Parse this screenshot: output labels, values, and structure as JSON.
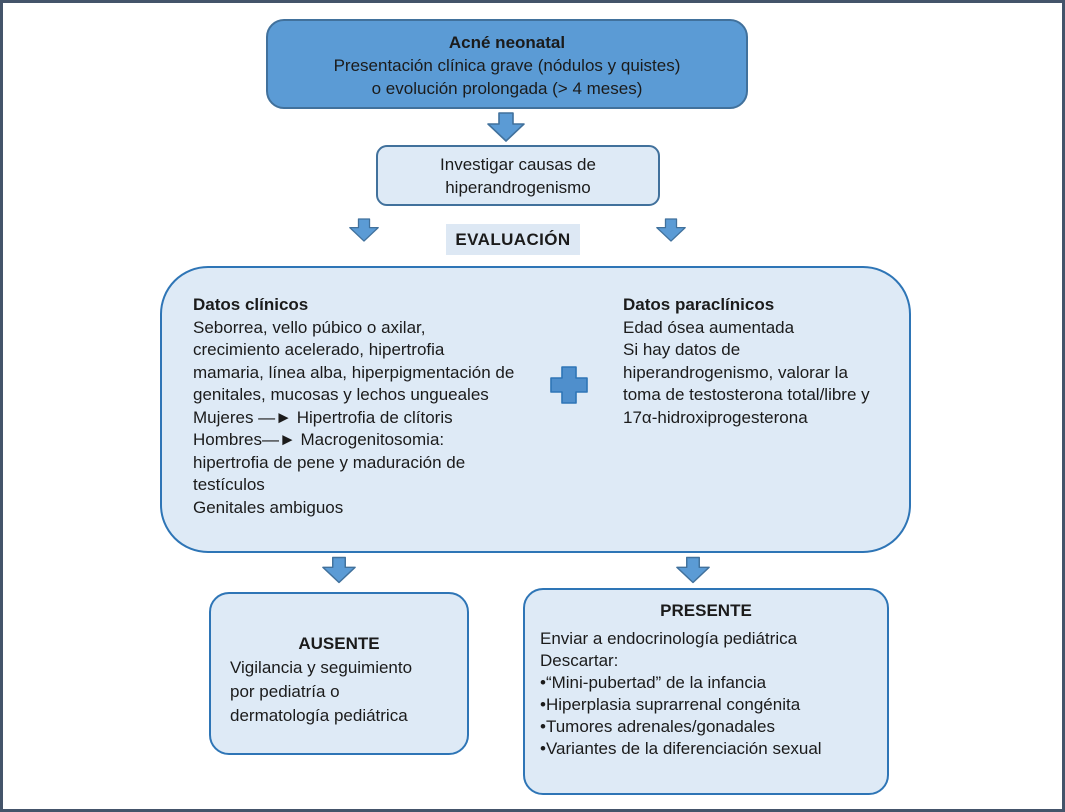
{
  "colors": {
    "frame_border": "#44546A",
    "primary_box_fill": "#5B9BD5",
    "primary_box_border": "#41719C",
    "light_box_fill": "#DEEAF6",
    "light_box_border": "#2E75B6",
    "evaluation_fill": "#DDE8F4",
    "arrow_fill": "#5B9BD5",
    "plus_fill": "#4F8FCC",
    "text": "#1B1B1B"
  },
  "icons": {
    "down_arrow": "blue block down-arrow",
    "plus": "blue cross / plus connector"
  },
  "header_box": {
    "title": "Acné neonatal",
    "line1": "Presentación clínica grave (nódulos y quistes)",
    "line2": "o evolución prolongada (> 4 meses)"
  },
  "investigate_box": {
    "line1": "Investigar causas de",
    "line2": "hiperandrogenismo"
  },
  "evaluation_label": "EVALUACIÓN",
  "data_box": {
    "clinical": {
      "title": "Datos clínicos",
      "lines": [
        "Seborrea, vello púbico o axilar,",
        "crecimiento acelerado, hipertrofia",
        "mamaria, línea alba, hiperpigmentación de",
        "genitales, mucosas y lechos ungueales",
        "Mujeres —► Hipertrofia de clítoris",
        "Hombres—► Macrogenitosomia:",
        "hipertrofia de pene y maduración de",
        "testículos",
        "Genitales ambiguos"
      ]
    },
    "paraclinical": {
      "title": "Datos paraclínicos",
      "lines": [
        "Edad ósea aumentada",
        "Si hay datos de",
        "hiperandrogenismo, valorar la",
        "toma de testosterona total/libre y",
        "17α-hidroxiprogesterona"
      ]
    }
  },
  "absent_box": {
    "title": "AUSENTE",
    "lines": [
      "Vigilancia y seguimiento",
      "por pediatría o",
      "dermatología pediátrica"
    ]
  },
  "present_box": {
    "title": "PRESENTE",
    "lines": [
      "Enviar a endocrinología pediátrica",
      "Descartar:",
      "•“Mini-pubertad” de la infancia",
      "•Hiperplasia suprarrenal congénita",
      "•Tumores adrenales/gonadales",
      "•Variantes de la diferenciación sexual"
    ]
  }
}
